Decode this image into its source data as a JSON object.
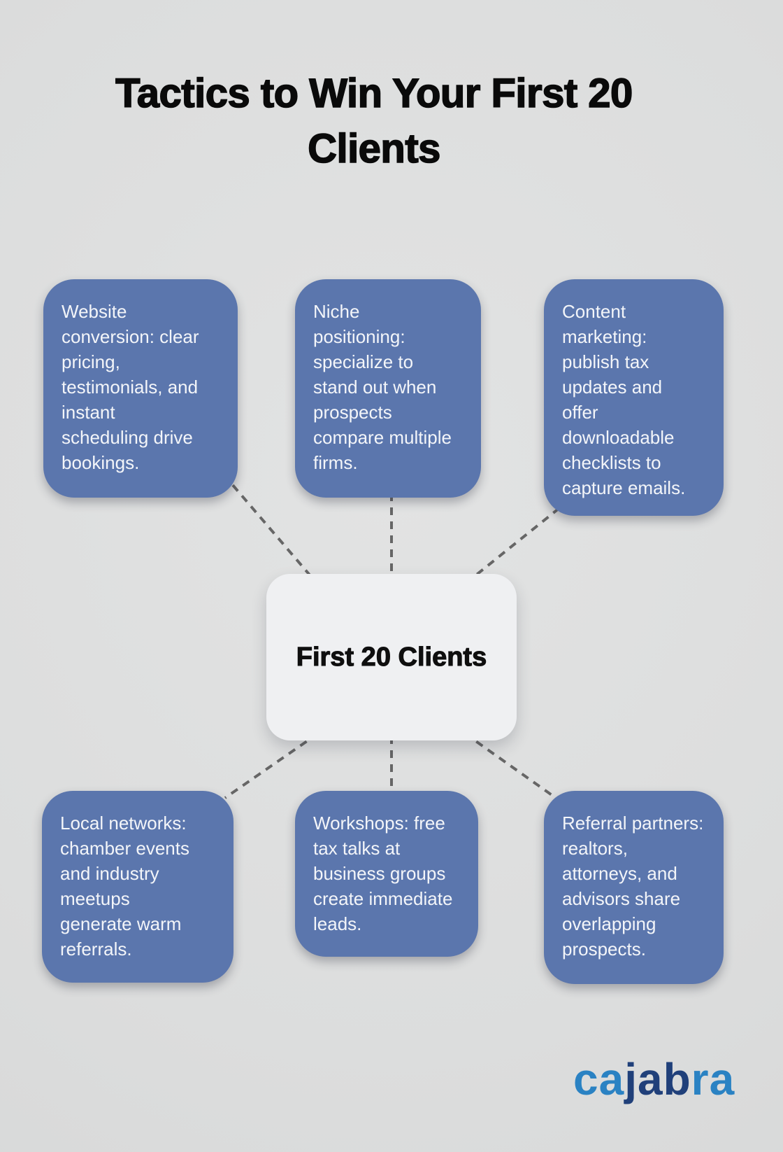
{
  "title": "Tactics to Win Your First 20\nClients",
  "center": {
    "label": "First 20 Clients"
  },
  "tactics": [
    {
      "id": "website-conversion",
      "text": "Website\nconversion: clear\npricing,\ntestimonials, and\ninstant\nscheduling drive\nbookings."
    },
    {
      "id": "niche-positioning",
      "text": "Niche\npositioning:\nspecialize to\nstand out when\nprospects\ncompare multiple\nfirms."
    },
    {
      "id": "content-marketing",
      "text": "Content\nmarketing:\npublish tax\nupdates and\noffer\ndownloadable\nchecklists to\ncapture emails."
    },
    {
      "id": "local-networks",
      "text": "Local networks:\nchamber events\nand industry\nmeetups\ngenerate warm\nreferrals."
    },
    {
      "id": "workshops",
      "text": "Workshops: free\ntax talks at\nbusiness groups\ncreate immediate\nleads."
    },
    {
      "id": "referral-partners",
      "text": "Referral partners:\nrealtors,\nattorneys, and\nadvisors share\noverlapping\nprospects."
    }
  ],
  "logo": {
    "brand": "cajabra",
    "segments": [
      {
        "text": "ca",
        "color": "#2a82c3"
      },
      {
        "text": "jab",
        "color": "#20407a"
      },
      {
        "text": "ra",
        "color": "#2a82c3"
      }
    ]
  },
  "colors": {
    "background": "#dcdddd",
    "tactic_box": "#5b76ad",
    "tactic_text": "#f3f5f9",
    "center_box": "#eff0f2",
    "center_text": "#0f0f0f",
    "connector": "#666666",
    "title": "#0a0a0a"
  }
}
